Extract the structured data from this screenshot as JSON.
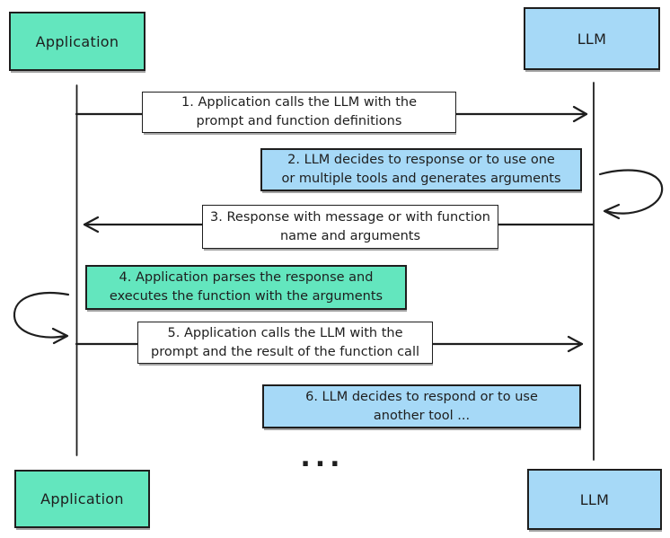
{
  "diagram": {
    "title": "LLM function calling sequence diagram",
    "actors": {
      "top_left": {
        "label": "Application"
      },
      "top_right": {
        "label": "LLM"
      },
      "bottom_left": {
        "label": "Application"
      },
      "bottom_right": {
        "label": "LLM"
      }
    },
    "messages": [
      {
        "id": 1,
        "style": "white",
        "arrow": "right-to-llm",
        "lines": [
          "1. Application calls the LLM with the",
          "prompt and function definitions"
        ]
      },
      {
        "id": 2,
        "style": "blue",
        "arrow": "self-loop-llm",
        "lines": [
          "2. LLM decides to response or to use one",
          "or multiple tools and generates arguments"
        ]
      },
      {
        "id": 3,
        "style": "white",
        "arrow": "left-to-application",
        "lines": [
          "3. Response with message or with function",
          "name and arguments"
        ]
      },
      {
        "id": 4,
        "style": "green",
        "arrow": "self-loop-application",
        "lines": [
          "4. Application parses the response and",
          "executes the function with the arguments"
        ]
      },
      {
        "id": 5,
        "style": "white",
        "arrow": "right-to-llm",
        "lines": [
          "5. Application calls the LLM with the",
          "prompt and the result of the function call"
        ]
      },
      {
        "id": 6,
        "style": "blue",
        "arrow": "none",
        "lines": [
          "6. LLM decides to respond or to use",
          "another tool ..."
        ]
      }
    ],
    "ellipsis": "...",
    "colors": {
      "green": "#63e6be",
      "blue": "#a6d9f7",
      "stroke": "#1e1e1e",
      "background": "#ffffff"
    }
  }
}
